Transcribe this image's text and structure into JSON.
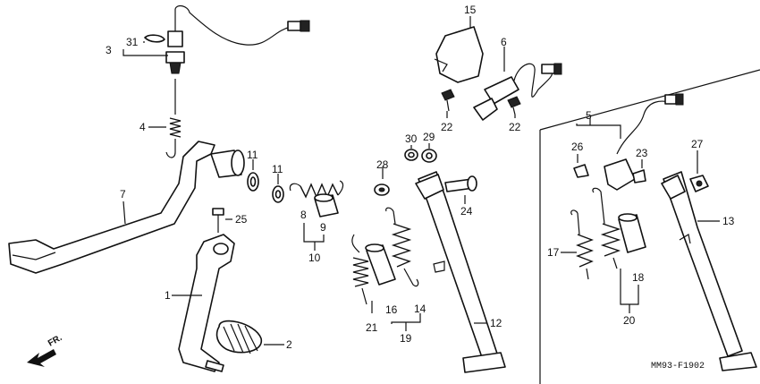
{
  "diagram": {
    "code": "MM93-F1902",
    "direction": "FR.",
    "callouts": [
      {
        "id": "c1",
        "text": "1"
      },
      {
        "id": "c2",
        "text": "2"
      },
      {
        "id": "c3",
        "text": "3"
      },
      {
        "id": "c4",
        "text": "4"
      },
      {
        "id": "c5",
        "text": "5"
      },
      {
        "id": "c6",
        "text": "6"
      },
      {
        "id": "c7",
        "text": "7"
      },
      {
        "id": "c8",
        "text": "8"
      },
      {
        "id": "c9",
        "text": "9"
      },
      {
        "id": "c10",
        "text": "10"
      },
      {
        "id": "c11a",
        "text": "11"
      },
      {
        "id": "c11b",
        "text": "11"
      },
      {
        "id": "c12",
        "text": "12"
      },
      {
        "id": "c13",
        "text": "13"
      },
      {
        "id": "c14",
        "text": "14"
      },
      {
        "id": "c15",
        "text": "15"
      },
      {
        "id": "c16",
        "text": "16"
      },
      {
        "id": "c17",
        "text": "17"
      },
      {
        "id": "c18",
        "text": "18"
      },
      {
        "id": "c19",
        "text": "19"
      },
      {
        "id": "c20",
        "text": "20"
      },
      {
        "id": "c21",
        "text": "21"
      },
      {
        "id": "c22a",
        "text": "22"
      },
      {
        "id": "c22b",
        "text": "22"
      },
      {
        "id": "c23",
        "text": "23"
      },
      {
        "id": "c24",
        "text": "24"
      },
      {
        "id": "c25",
        "text": "25"
      },
      {
        "id": "c26",
        "text": "26"
      },
      {
        "id": "c27",
        "text": "27"
      },
      {
        "id": "c28",
        "text": "28"
      },
      {
        "id": "c29",
        "text": "29"
      },
      {
        "id": "c30",
        "text": "30"
      },
      {
        "id": "c31",
        "text": "31"
      }
    ]
  }
}
